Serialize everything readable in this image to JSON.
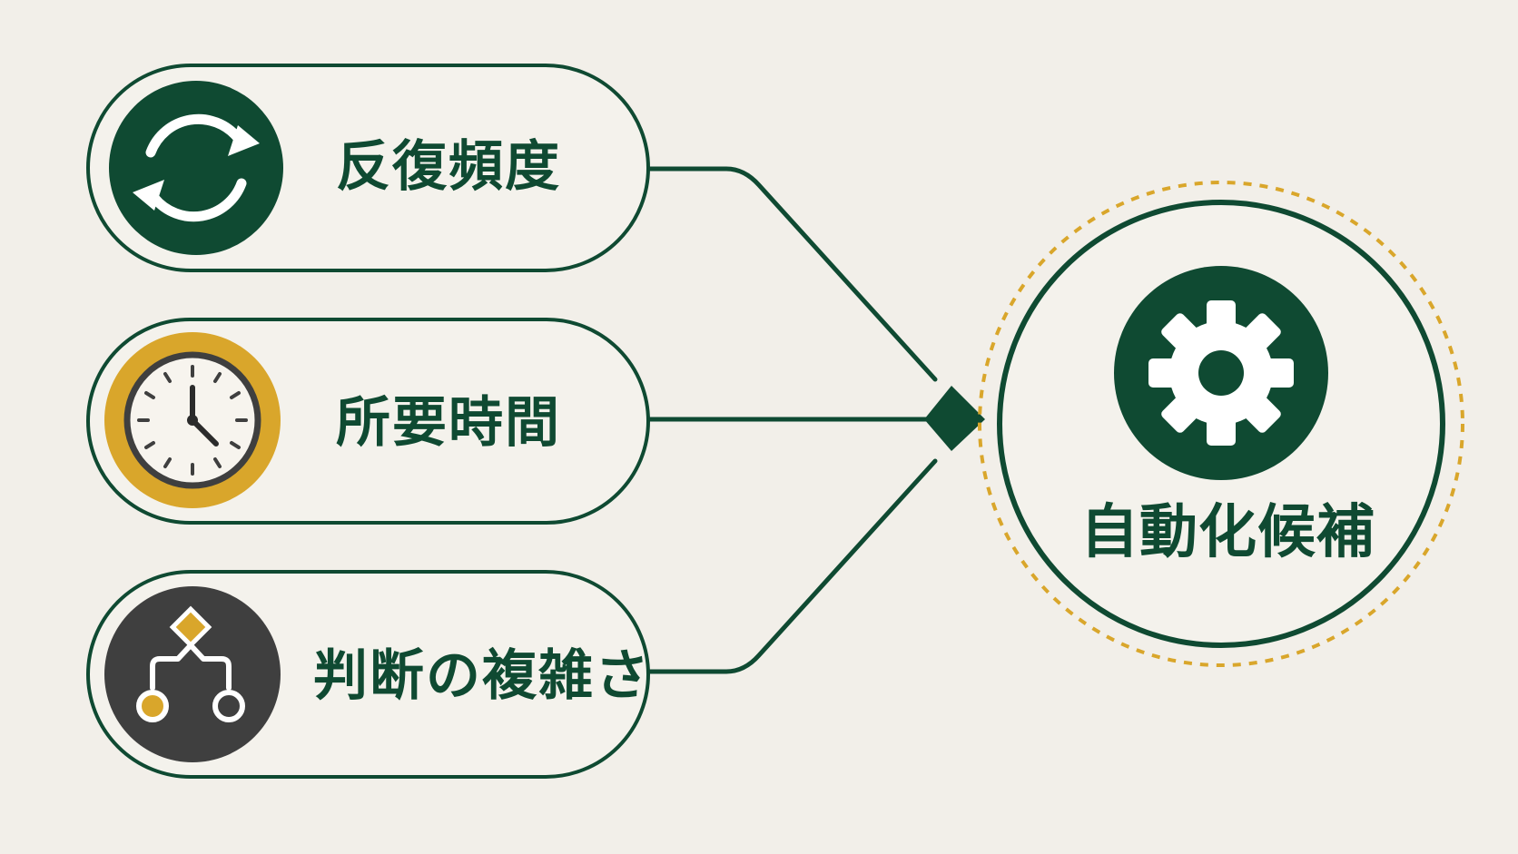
{
  "diagram": {
    "criteria": [
      {
        "id": "frequency",
        "label": "反復頻度",
        "icon": "refresh-icon"
      },
      {
        "id": "time",
        "label": "所要時間",
        "icon": "clock-icon"
      },
      {
        "id": "complexity",
        "label": "判断の複雑さ",
        "icon": "decision-flow-icon"
      }
    ],
    "target": {
      "label": "自動化候補",
      "icon": "gear-icon"
    }
  },
  "colors": {
    "background": "#f2efe9",
    "pill_fill": "#f4f2ec",
    "dark_green": "#0f4a32",
    "gold": "#d9a62b",
    "charcoal": "#3f3f3f",
    "white": "#ffffff"
  }
}
